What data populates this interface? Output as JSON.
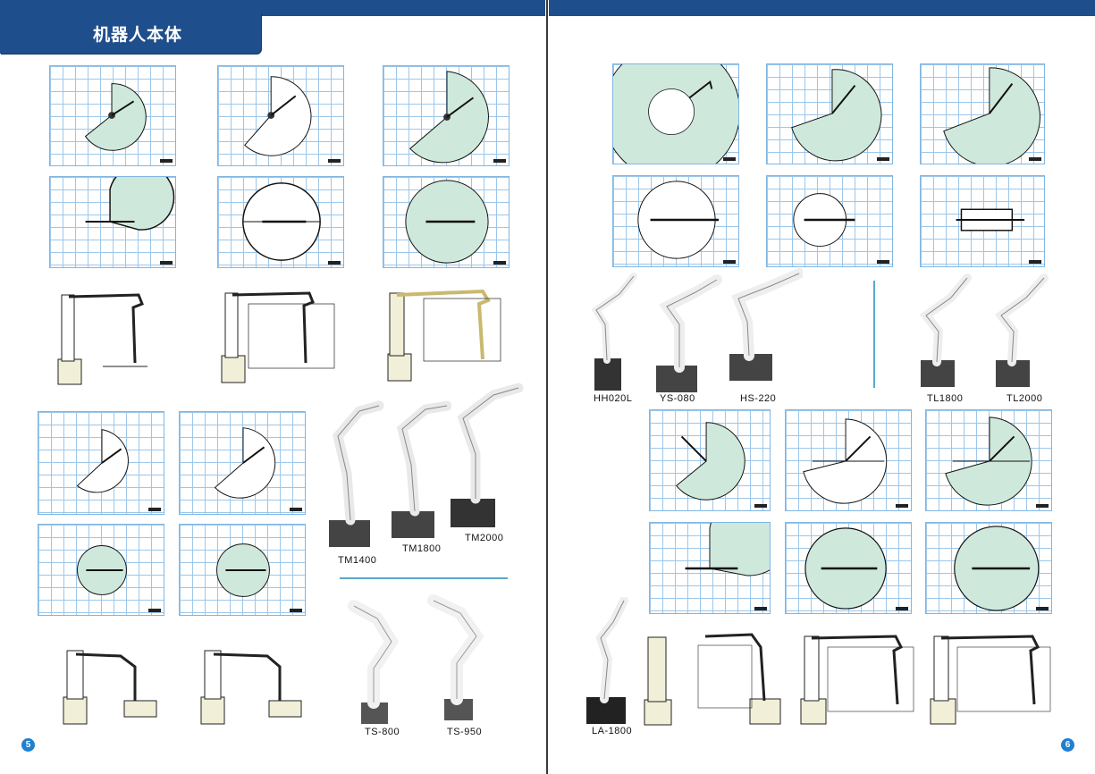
{
  "header": {
    "title": "机器人本体"
  },
  "pages": {
    "left_number": "5",
    "right_number": "6"
  },
  "robots": {
    "hh020l": "HH020L",
    "ys080": "YS-080",
    "hs220": "HS-220",
    "tl1800": "TL1800",
    "tl2000": "TL2000",
    "tm1400": "TM1400",
    "tm1800": "TM1800",
    "tm2000": "TM2000",
    "ts800": "TS-800",
    "ts950": "TS-950",
    "la1800": "LA-1800"
  },
  "colors": {
    "brand_blue": "#1f4e8c",
    "grid_blue": "#9cc7ea",
    "range_fill": "#cfe8dc",
    "page_badge": "#1f7fd1",
    "divider": "#59a9c9"
  }
}
